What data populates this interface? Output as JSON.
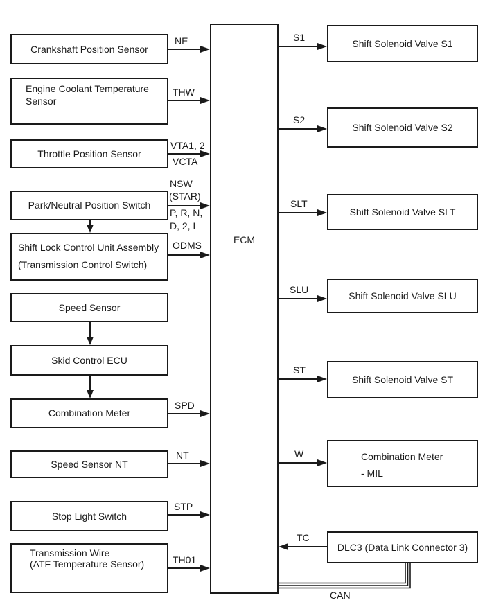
{
  "diagram": {
    "ecm": {
      "label": "ECM"
    },
    "left_nodes": [
      {
        "label": "Crankshaft Position Sensor",
        "signal": "NE"
      },
      {
        "line1": "Engine Coolant Temperature",
        "line2": "Sensor",
        "signal": "THW"
      },
      {
        "label": "Throttle Position Sensor",
        "signal_above": "VTA1, 2",
        "signal_below": "VCTA"
      },
      {
        "label": "Park/Neutral Position Switch",
        "signal_above1": "NSW",
        "signal_above2": "(STAR)",
        "signal_below1": "P, R, N,",
        "signal_below2": "D, 2, L"
      },
      {
        "line1": "Shift Lock Control Unit Assembly",
        "line2": "(Transmission Control Switch)",
        "signal": "ODMS"
      },
      {
        "label": "Speed Sensor"
      },
      {
        "label": "Skid Control ECU"
      },
      {
        "label": "Combination Meter",
        "signal": "SPD"
      },
      {
        "label": "Speed Sensor NT",
        "signal": "NT"
      },
      {
        "label": "Stop Light Switch",
        "signal": "STP"
      },
      {
        "line1": "Transmission Wire",
        "line2": "(ATF Temperature Sensor)",
        "signal": "TH01"
      }
    ],
    "right_nodes": [
      {
        "label": "Shift Solenoid Valve S1",
        "signal": "S1"
      },
      {
        "label": "Shift Solenoid Valve S2",
        "signal": "S2"
      },
      {
        "label": "Shift Solenoid Valve SLT",
        "signal": "SLT"
      },
      {
        "label": "Shift Solenoid Valve SLU",
        "signal": "SLU"
      },
      {
        "label": "Shift Solenoid Valve ST",
        "signal": "ST"
      },
      {
        "line1": "Combination Meter",
        "line2": "- MIL",
        "signal": "W"
      },
      {
        "label": "DLC3 (Data Link Connector 3)",
        "signal": "TC"
      }
    ],
    "bus": {
      "label": "CAN"
    },
    "colors": {
      "line": "#1a1a1a",
      "background": "#ffffff"
    }
  }
}
